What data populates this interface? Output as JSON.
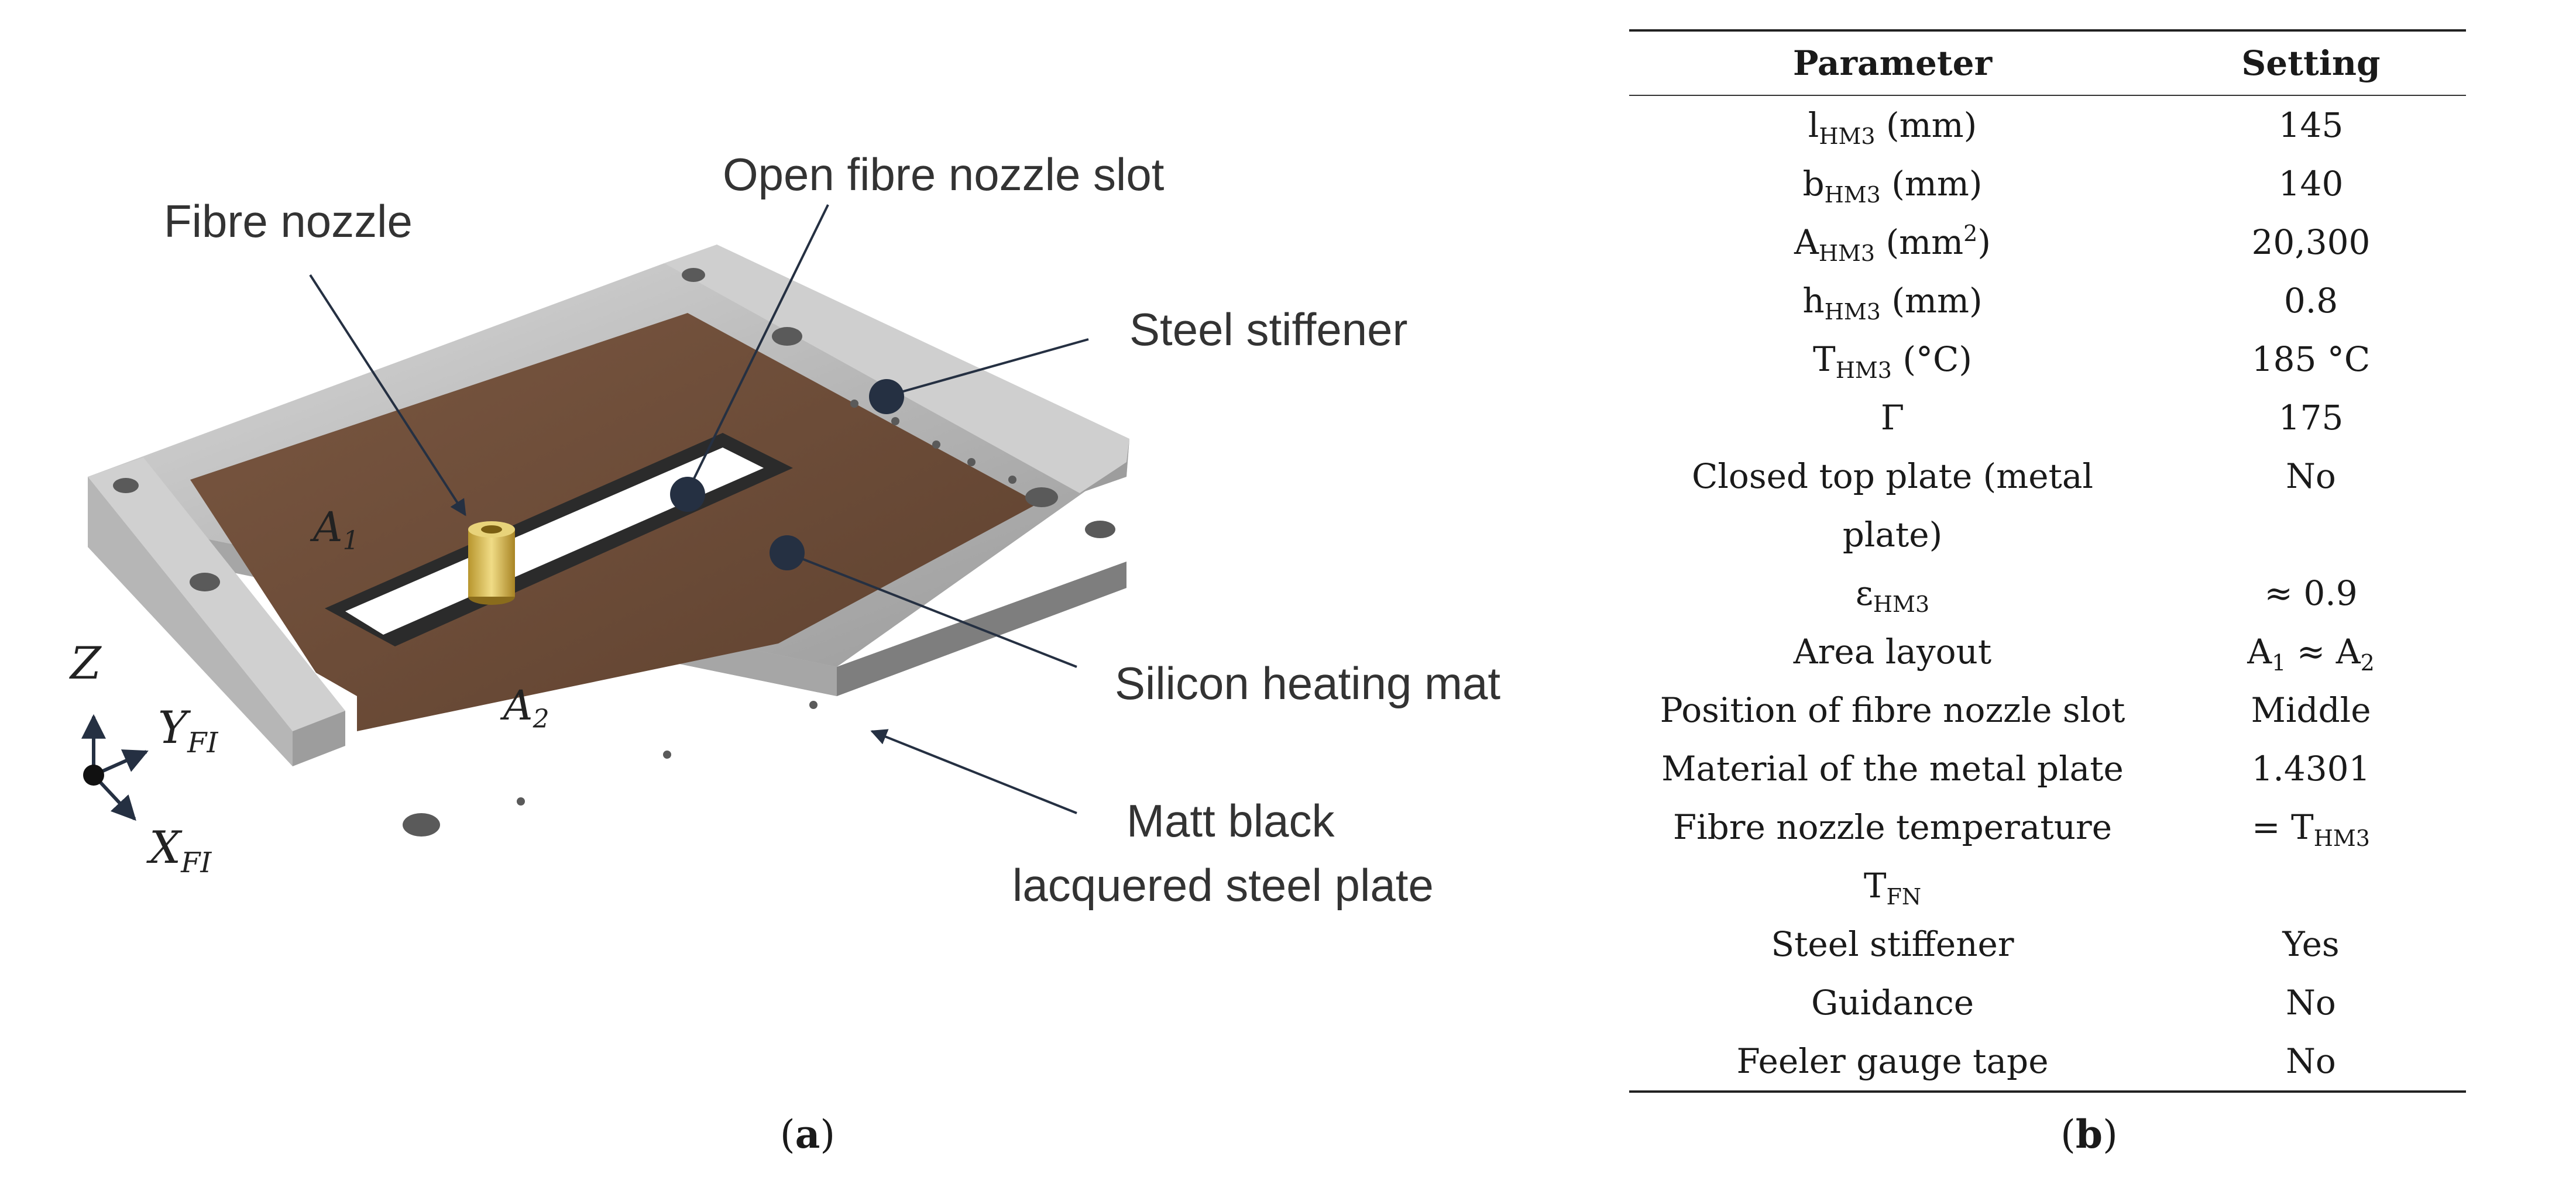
{
  "figure_a": {
    "labels": {
      "fibre_nozzle": "Fibre nozzle",
      "open_slot": "Open fibre nozzle slot",
      "steel_stiffener": "Steel stiffener",
      "heating_mat": "Silicon heating mat",
      "plate_line1": "Matt black",
      "plate_line2": "lacquered steel plate"
    },
    "area_labels": {
      "a1_base": "A",
      "a1_sub": "1",
      "a2_base": "A",
      "a2_sub": "2"
    },
    "axes": {
      "z": "Z",
      "y_base": "Y",
      "y_sub": "FI",
      "x_base": "X",
      "x_sub": "FI"
    },
    "colors": {
      "mat": "#6b4a35",
      "steel": "#c4c4c4",
      "dot": "#253042",
      "nozzle": "#d4b64a"
    },
    "caption": {
      "open": "(",
      "letter": "a",
      "close": ")"
    }
  },
  "table_b": {
    "header": {
      "param": "Parameter",
      "setting": "Setting"
    },
    "rows": [
      {
        "p_base": "l",
        "p_sub": "HM3",
        "p_tail": " (mm)",
        "s": "145"
      },
      {
        "p_base": "b",
        "p_sub": "HM3",
        "p_tail": " (mm)",
        "s": "140"
      },
      {
        "p_base": "A",
        "p_sub": "HM3",
        "p_tail": " (mm",
        "p_sup": "2",
        "p_end": ")",
        "s": "20,300"
      },
      {
        "p_base": "h",
        "p_sub": "HM3",
        "p_tail": " (mm)",
        "s": "0.8"
      },
      {
        "p_base": "T",
        "p_sub": "HM3",
        "p_tail": " (°C)",
        "s": "185 °C"
      },
      {
        "p_base": "Γ",
        "s": "175"
      },
      {
        "p_line1": "Closed top plate (metal",
        "p_line2": "plate)",
        "s": "No"
      },
      {
        "p_base": "ε",
        "p_sub": "HM3",
        "s": "≈ 0.9"
      },
      {
        "p_base": "Area layout",
        "s_a": "A",
        "s_a_sub": "1",
        "s_mid": " ≈ A",
        "s_b_sub": "2"
      },
      {
        "p_base": "Position of fibre nozzle slot",
        "s": "Middle"
      },
      {
        "p_base": "Material of the metal plate",
        "s": "1.4301"
      },
      {
        "p_line1": "Fibre nozzle temperature",
        "p_line2_base": "T",
        "p_line2_sub": "FN",
        "s_eq": "= T",
        "s_eq_sub": "HM3"
      },
      {
        "p_base": "Steel stiffener",
        "s": "Yes"
      },
      {
        "p_base": "Guidance",
        "s": "No"
      },
      {
        "p_base": "Feeler gauge tape",
        "s": "No"
      }
    ],
    "caption": {
      "open": "(",
      "letter": "b",
      "close": ")"
    }
  }
}
